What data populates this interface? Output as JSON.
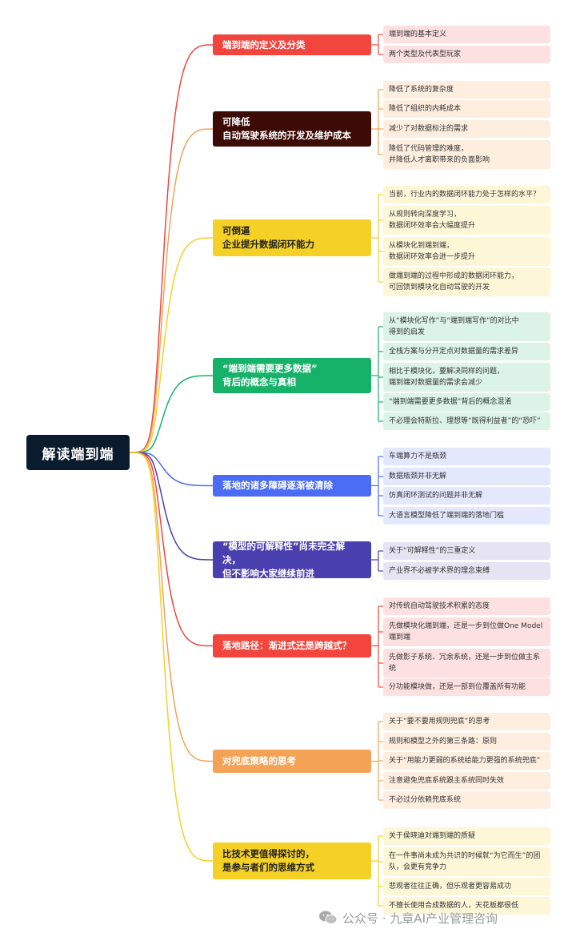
{
  "root": {
    "label": "解读端到端",
    "color": "#0b1b2e"
  },
  "branches": [
    {
      "label": "端到端的定义及分类",
      "color": "#f2453d",
      "leafColor": "#fde1e1",
      "lineColor": "#f2453d",
      "leaves": [
        "端到端的基本定义",
        "两个类型及代表型玩家"
      ]
    },
    {
      "label": "可降低\n自动驾驶系统的开发及维护成本",
      "color": "#3d0b05",
      "leafColor": "#fdeee0",
      "lineColor": "#f4a256",
      "leaves": [
        "降低了系统的复杂度",
        "降低了组织的内耗成本",
        "减少了对数据标注的需求",
        "降低了代码管理的难度，\n并降低人才离职带来的负面影响"
      ]
    },
    {
      "label": "可倒逼\n企业提升数据闭环能力",
      "color": "#f5d027",
      "leafColor": "#fdf7d8",
      "lineColor": "#f5d027",
      "darkText": true,
      "leaves": [
        "当前，行业内的数据闭环能力处于怎样的水平？",
        "从规则转向深度学习，\n数据闭环效率会大幅度提升",
        "从模块化到端到端，\n数据闭环效率会进一步提升",
        "做端到端的过程中形成的数据闭环能力，\n可回馈到模块化自动驾驶的开发"
      ]
    },
    {
      "label": "“端到端需要更多数据”\n背后的概念与真相",
      "color": "#17b26a",
      "leafColor": "#dcf3e8",
      "lineColor": "#17b26a",
      "leaves": [
        "从“模块化写作”与“端到端写作”的对比中\n得到的启发",
        "全栈方案与分开定点对数据量的需求差异",
        "相比于模块化，要解决同样的问题，\n端到端对数据量的需求会减少",
        "“端到端需要更多数据”背后的概念混淆",
        "不必理会特斯拉、理想等“既得利益者”的“恐吓”"
      ]
    },
    {
      "label": "落地的诸多障碍逐渐被清除",
      "color": "#4b6cf5",
      "leafColor": "#e3e8fd",
      "lineColor": "#4b6cf5",
      "leaves": [
        "车端算力不是瓶颈",
        "数据瓶颈并非无解",
        "仿真闭环测试的问题并非无解",
        "大语言模型降低了端到端的落地门槛"
      ]
    },
    {
      "label": "“模型的可解释性”尚未完全解决，\n但不影响大家继续前进",
      "color": "#4a3fae",
      "leafColor": "#e6e4f3",
      "lineColor": "#4a3fae",
      "leaves": [
        "关于“可解释性”的三重定义",
        "产业界不必被学术界的理念束缚"
      ]
    },
    {
      "label": "落地路径：渐进式还是跨越式？",
      "color": "#f2453d",
      "leafColor": "#fde1e1",
      "lineColor": "#f2453d",
      "leaves": [
        "对传统自动驾驶技术积累的态度",
        "先做模块化端到端，还是一步到位做One Model\n端到端",
        "先做影子系统、冗余系统，还是一步到位做主系\n统",
        "分功能模块做，还是一部到位覆盖所有功能"
      ]
    },
    {
      "label": "对兜底策略的思考",
      "color": "#f4a256",
      "leafColor": "#fdeee0",
      "lineColor": "#f4a256",
      "leaves": [
        "关于“要不要用规则兜底”的思考",
        "规则和模型之外的第三条路：原则",
        "关于“用能力更弱的系统给能力更强的系统兜底”",
        "注意避免兜底系统跟主系统同时失效",
        "不必过分依赖兜底系统"
      ]
    },
    {
      "label": "比技术更值得探讨的，\n是参与者们的思维方式",
      "color": "#f5d027",
      "leafColor": "#fdf7d8",
      "lineColor": "#f5d027",
      "darkText": true,
      "leaves": [
        "关于侯晓迪对端到端的质疑",
        "在一件事尚未成为共识的时候就“为它而生”的团\n队，会更有竞争力",
        "悲观者往往正确，但乐观者更容易成功",
        "不擅长使用合成数据的人，天花板都很低"
      ]
    }
  ],
  "watermark": {
    "text": "公众号 · 九章AI产业管理咨询",
    "icon": "wechat-icon"
  }
}
